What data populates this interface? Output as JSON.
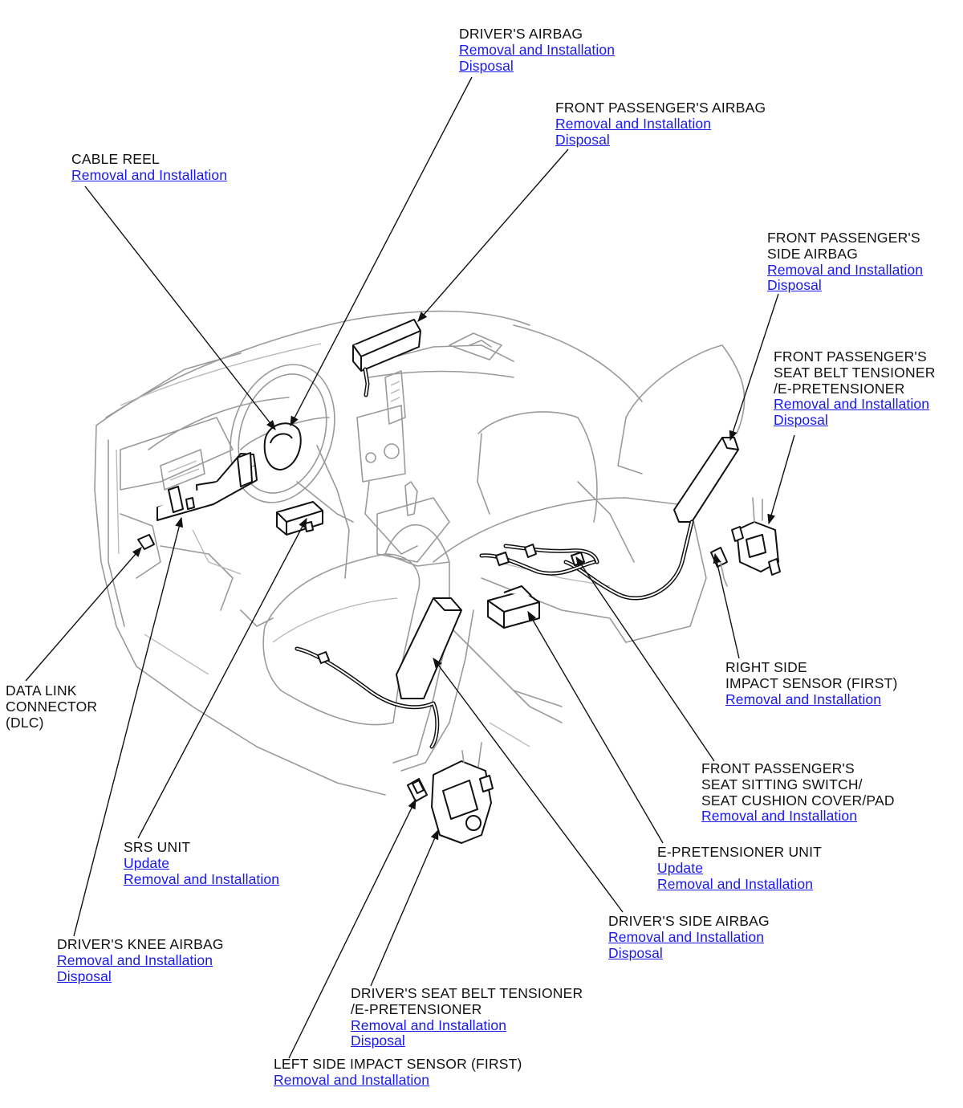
{
  "labels": {
    "drivers_airbag": {
      "title": [
        "DRIVER'S AIRBAG"
      ],
      "links": [
        "Removal and Installation",
        "Disposal"
      ]
    },
    "front_passengers_airbag": {
      "title": [
        "FRONT PASSENGER'S AIRBAG"
      ],
      "links": [
        "Removal and Installation",
        "Disposal"
      ]
    },
    "cable_reel": {
      "title": [
        "CABLE REEL"
      ],
      "links": [
        "Removal and Installation"
      ]
    },
    "front_passengers_side_airbag": {
      "title": [
        "FRONT PASSENGER'S",
        "SIDE AIRBAG"
      ],
      "links": [
        "Removal and Installation",
        "Disposal"
      ]
    },
    "front_passengers_seat_belt_tensioner": {
      "title": [
        "FRONT PASSENGER'S",
        "SEAT BELT TENSIONER",
        "/E-PRETENSIONER"
      ],
      "links": [
        "Removal and Installation",
        "Disposal"
      ]
    },
    "right_side_impact_sensor": {
      "title": [
        "RIGHT SIDE",
        "IMPACT SENSOR (FIRST)"
      ],
      "links": [
        "Removal and Installation"
      ]
    },
    "data_link_connector": {
      "title": [
        "DATA LINK",
        "CONNECTOR",
        "(DLC)"
      ],
      "links": []
    },
    "front_passengers_seat_sitting_switch": {
      "title": [
        "FRONT PASSENGER'S",
        "SEAT SITTING SWITCH/",
        "SEAT CUSHION COVER/PAD"
      ],
      "links": [
        "Removal and Installation"
      ]
    },
    "srs_unit": {
      "title": [
        "SRS UNIT"
      ],
      "links": [
        "Update",
        "Removal and Installation"
      ]
    },
    "e_pretensioner_unit": {
      "title": [
        "E-PRETENSIONER UNIT"
      ],
      "links": [
        "Update",
        "Removal and Installation"
      ]
    },
    "drivers_side_airbag": {
      "title": [
        "DRIVER'S SIDE AIRBAG"
      ],
      "links": [
        "Removal and Installation",
        "Disposal"
      ]
    },
    "drivers_knee_airbag": {
      "title": [
        "DRIVER'S KNEE AIRBAG"
      ],
      "links": [
        "Removal and Installation",
        "Disposal"
      ]
    },
    "drivers_seat_belt_tensioner": {
      "title": [
        "DRIVER'S SEAT BELT TENSIONER",
        "/E-PRETENSIONER"
      ],
      "links": [
        "Removal and Installation",
        "Disposal"
      ]
    },
    "left_side_impact_sensor": {
      "title": [
        "LEFT SIDE IMPACT SENSOR (FIRST)"
      ],
      "links": [
        "Removal and Installation"
      ]
    }
  },
  "colors": {
    "text": "#111111",
    "link": "#1a1ae6",
    "sketch": "#9a9a9a",
    "background": "#ffffff"
  }
}
